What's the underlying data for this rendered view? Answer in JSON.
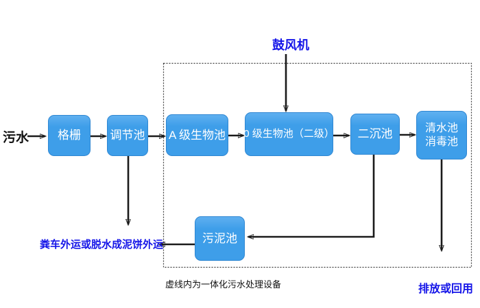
{
  "colors": {
    "node-fill": "#3E9EE9",
    "node-fill-top": "#5FB0F0",
    "node-border": "#2E86D2",
    "node-text": "#FFFFFF",
    "accent-text": "#1414E8",
    "line": "#1A1A1A",
    "background": "#FFFFFF"
  },
  "diagram": {
    "type": "flowchart",
    "subject": "integrated wastewater treatment process",
    "nodes": {
      "influent_label": "污水",
      "grid": "格栅",
      "regulating": "调节池",
      "a_bio": "A 级生物池",
      "o_bio": "0 级生物池（二级）",
      "secondary_sed": "二沉池",
      "clear_water_line1": "清水池",
      "clear_water_line2": "消毒池",
      "sludge": "污泥池"
    },
    "annotations": {
      "blower": "鼓风机",
      "sludge_out": "粪车外运或脱水成泥饼外运",
      "boundary_note": "虚线内为一体化污水处理设备",
      "discharge": "排放或回用"
    }
  }
}
